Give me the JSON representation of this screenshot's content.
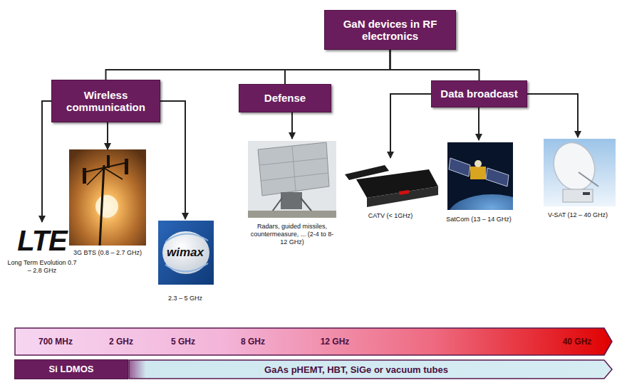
{
  "diagram": {
    "nodes": [
      {
        "text": [
          "GaN devices in RF electronics"
        ]
      },
      {
        "text": [
          "Wireless communication"
        ]
      },
      {
        "text": [
          "Defense"
        ]
      },
      {
        "text": [
          "Data broadcast"
        ]
      },
      {
        "text": [
          "LTE",
          "Long Term Evolution 0.7 – 2.8 GHz"
        ]
      },
      {
        "text": [
          "3G BTS (0.8 – 2.7 GHz)"
        ]
      },
      {
        "text": [
          "wimax",
          "2.3 – 5 GHz"
        ]
      },
      {
        "text": [
          "Radars, guided missiles, countermeasure, ... (2-4 to 8-12 GHz)"
        ]
      },
      {
        "text": [
          "CATV (< 1GHz)"
        ]
      },
      {
        "text": [
          "SatCom (13 – 14 GHz)"
        ]
      },
      {
        "text": [
          "V-SAT (12 – 40 GHz)"
        ]
      },
      {
        "text": [
          "700 MHz",
          "2 GHz",
          "5 GHz",
          "8 GHz",
          "12 GHz",
          "40 GHz"
        ]
      },
      {
        "text": [
          "Si LDMOS"
        ]
      },
      {
        "text": [
          "GaAs pHEMT, HBT, SiGe or vacuum tubes"
        ]
      }
    ],
    "edges": [
      {
        "from": 0,
        "to": 1,
        "arrow": "none"
      },
      {
        "from": 0,
        "to": 2,
        "arrow": "none"
      },
      {
        "from": 0,
        "to": 3,
        "arrow": "none"
      },
      {
        "from": 1,
        "to": 4,
        "arrow": "to"
      },
      {
        "from": 1,
        "to": 5,
        "arrow": "to"
      },
      {
        "from": 1,
        "to": 6,
        "arrow": "to"
      },
      {
        "from": 2,
        "to": 7,
        "arrow": "to"
      },
      {
        "from": 3,
        "to": 8,
        "arrow": "to"
      },
      {
        "from": 3,
        "to": 9,
        "arrow": "to"
      },
      {
        "from": 3,
        "to": 10,
        "arrow": "to"
      }
    ]
  }
}
